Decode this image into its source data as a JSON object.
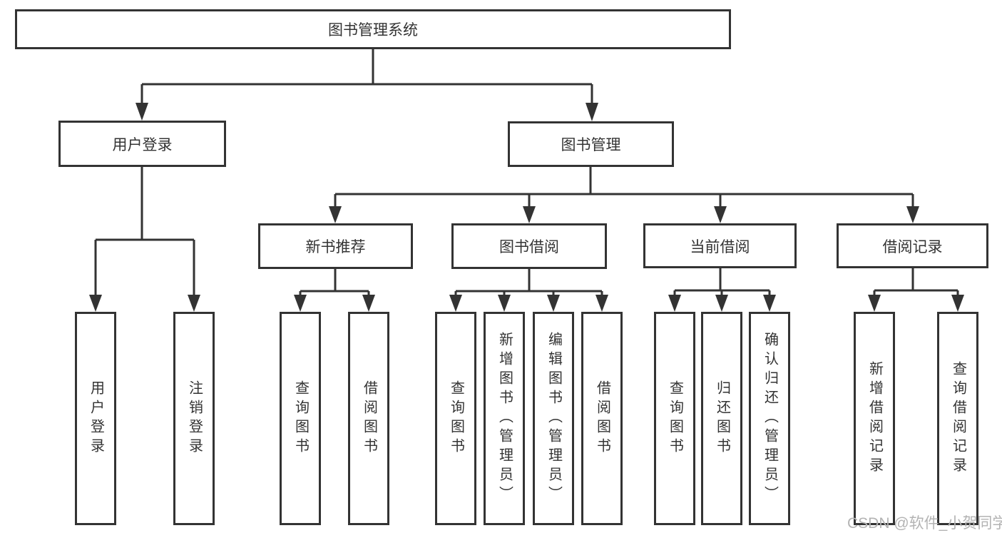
{
  "tree": {
    "root": {
      "label": "图书管理系统"
    },
    "branches": [
      {
        "label": "用户登录",
        "leaves": [
          "用户登录",
          "注销登录"
        ]
      },
      {
        "label": "图书管理",
        "groups": [
          {
            "label": "新书推荐",
            "leaves": [
              "查询图书",
              "借阅图书"
            ]
          },
          {
            "label": "图书借阅",
            "leaves": [
              "查询图书",
              "新增图书（管理员）",
              "编辑图书（管理员）",
              "借阅图书"
            ]
          },
          {
            "label": "当前借阅",
            "leaves": [
              "查询图书",
              "归还图书",
              "确认归还（管理员）"
            ]
          },
          {
            "label": "借阅记录",
            "leaves": [
              "新增借阅记录",
              "查询借阅记录"
            ]
          }
        ]
      }
    ]
  },
  "watermark": "CSDN @软件_小贺同学",
  "colors": {
    "line": "#333333",
    "text": "#333333",
    "box_background": "#ffffff",
    "watermark": "#b3b3b3",
    "background": "#ffffff"
  }
}
